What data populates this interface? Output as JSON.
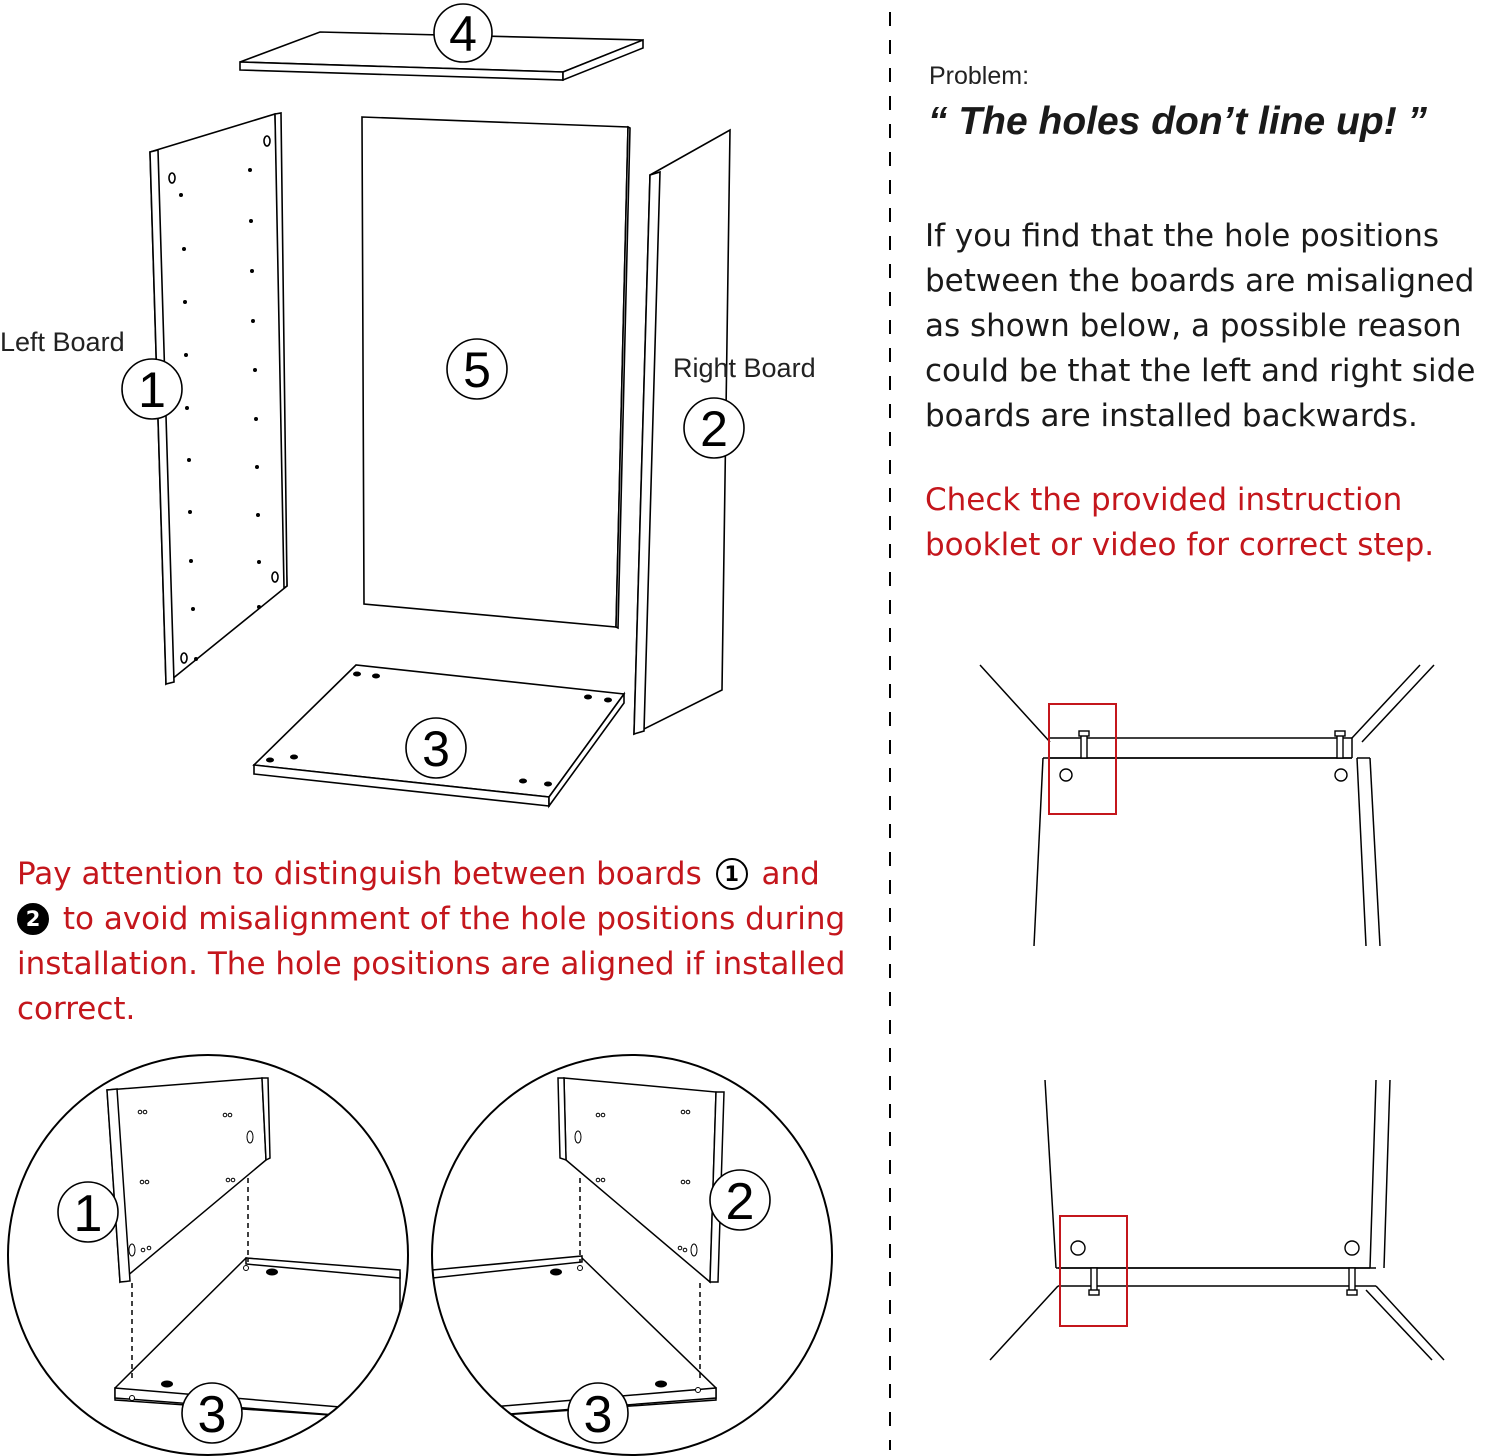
{
  "diagram": {
    "part_numbers": [
      "1",
      "2",
      "3",
      "4",
      "5"
    ],
    "label_left_board": "Left Board",
    "label_right_board": "Right Board",
    "problem_label": "Problem:",
    "problem_quote": "“ The holes don’t line up! ”",
    "explanation_lines": [
      "If you find that the hole positions",
      "between the  boards are misaligned",
      "as shown below,  a possible reason",
      "could be that the left and right side",
      "boards are installed backwards."
    ],
    "check_lines": [
      "Check the provided instruction",
      "booklet or video for correct step."
    ],
    "attention": {
      "line1_a": "Pay attention to distinguish between boards",
      "line1_b": "and",
      "line2": "to avoid misalignment of the hole positions during",
      "line3": "installation. The hole positions are aligned if installed",
      "line4": "correct."
    },
    "colors": {
      "accent_red": "#c4161c",
      "ink": "#1a1a1a"
    },
    "icons": [
      "circled-one-icon",
      "circled-two-icon"
    ]
  }
}
